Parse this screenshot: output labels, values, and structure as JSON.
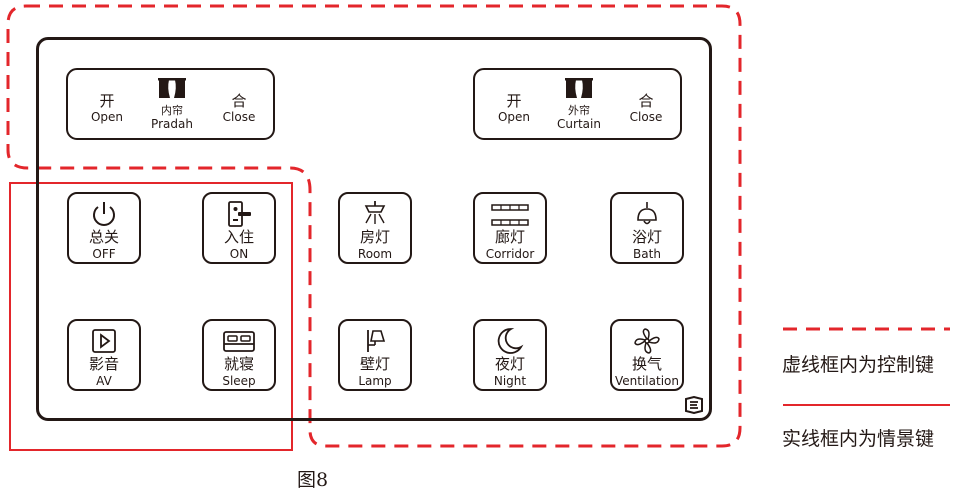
{
  "colors": {
    "outline": "#231815",
    "accent_red": "#e3262b"
  },
  "curtain_panels": [
    {
      "open": {
        "cn": "开",
        "en": "Open"
      },
      "center": {
        "cn": "内帘",
        "en": "Pradah",
        "icon": "curtain-icon"
      },
      "close": {
        "cn": "合",
        "en": "Close"
      }
    },
    {
      "open": {
        "cn": "开",
        "en": "Open"
      },
      "center": {
        "cn": "外帘",
        "en": "Curtain",
        "icon": "curtain-icon"
      },
      "close": {
        "cn": "合",
        "en": "Close"
      }
    }
  ],
  "scene_buttons": [
    {
      "cn": "总关",
      "en": "OFF",
      "icon": "power-icon"
    },
    {
      "cn": "入住",
      "en": "ON",
      "icon": "card-slot-icon"
    },
    {
      "cn": "影音",
      "en": "AV",
      "icon": "play-icon"
    },
    {
      "cn": "就寝",
      "en": "Sleep",
      "icon": "bed-icon"
    }
  ],
  "control_buttons": [
    {
      "cn": "房灯",
      "en": "Room",
      "icon": "ceiling-lamp-icon"
    },
    {
      "cn": "廊灯",
      "en": "Corridor",
      "icon": "strip-light-icon"
    },
    {
      "cn": "浴灯",
      "en": "Bath",
      "icon": "pendant-lamp-icon"
    },
    {
      "cn": "壁灯",
      "en": "Lamp",
      "icon": "wall-lamp-icon"
    },
    {
      "cn": "夜灯",
      "en": "Night",
      "icon": "moon-icon"
    },
    {
      "cn": "换气",
      "en": "Ventilation",
      "icon": "fan-icon"
    }
  ],
  "legend": {
    "dashed_label": "虚线框内为控制键",
    "solid_label": "实线框内为情景键"
  },
  "caption": "图8"
}
